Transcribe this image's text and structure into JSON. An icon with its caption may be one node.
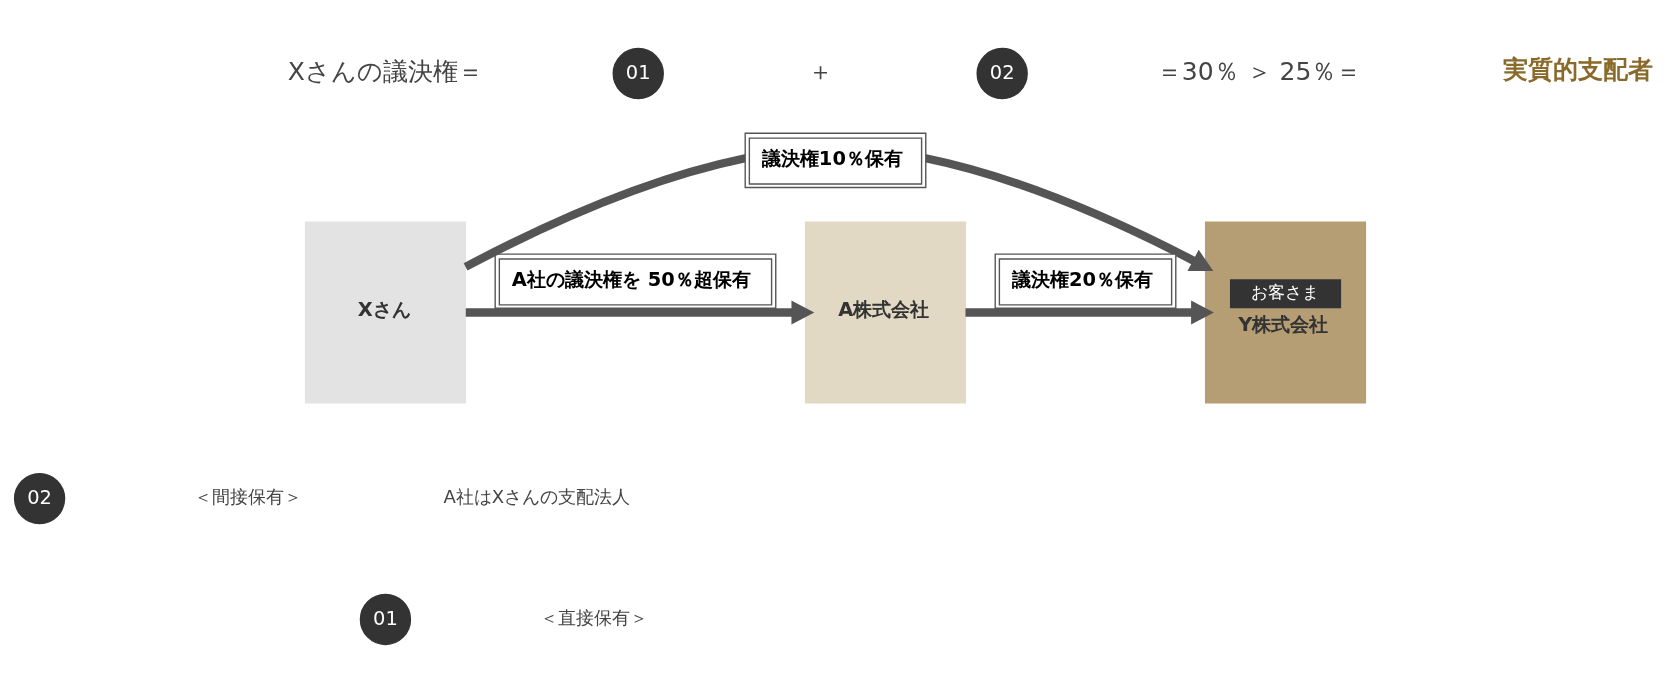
{
  "diagram": {
    "nodes": [
      {
        "text": [
          "Xさん"
        ]
      },
      {
        "text": [
          "A株式会社"
        ]
      },
      {
        "text": [
          "お客さま",
          "Y株式会社"
        ]
      }
    ],
    "edges": [
      {
        "from": 0,
        "to": 1,
        "arrow": "to",
        "label": "A社の議決権を 50％超保有"
      },
      {
        "from": 1,
        "to": 2,
        "arrow": "to",
        "label": "議決権20％保有"
      },
      {
        "from": 0,
        "to": 2,
        "arrow": "to",
        "label": "議決権10％保有"
      }
    ],
    "labels": [
      "Xさんの議決権＝",
      "01",
      "＋",
      "02",
      "＝30％ ＞ 25％＝",
      "実質的支配者",
      "02",
      "＜間接保有＞",
      "A社はXさんの支配法人",
      "01",
      "＜直接保有＞"
    ]
  }
}
